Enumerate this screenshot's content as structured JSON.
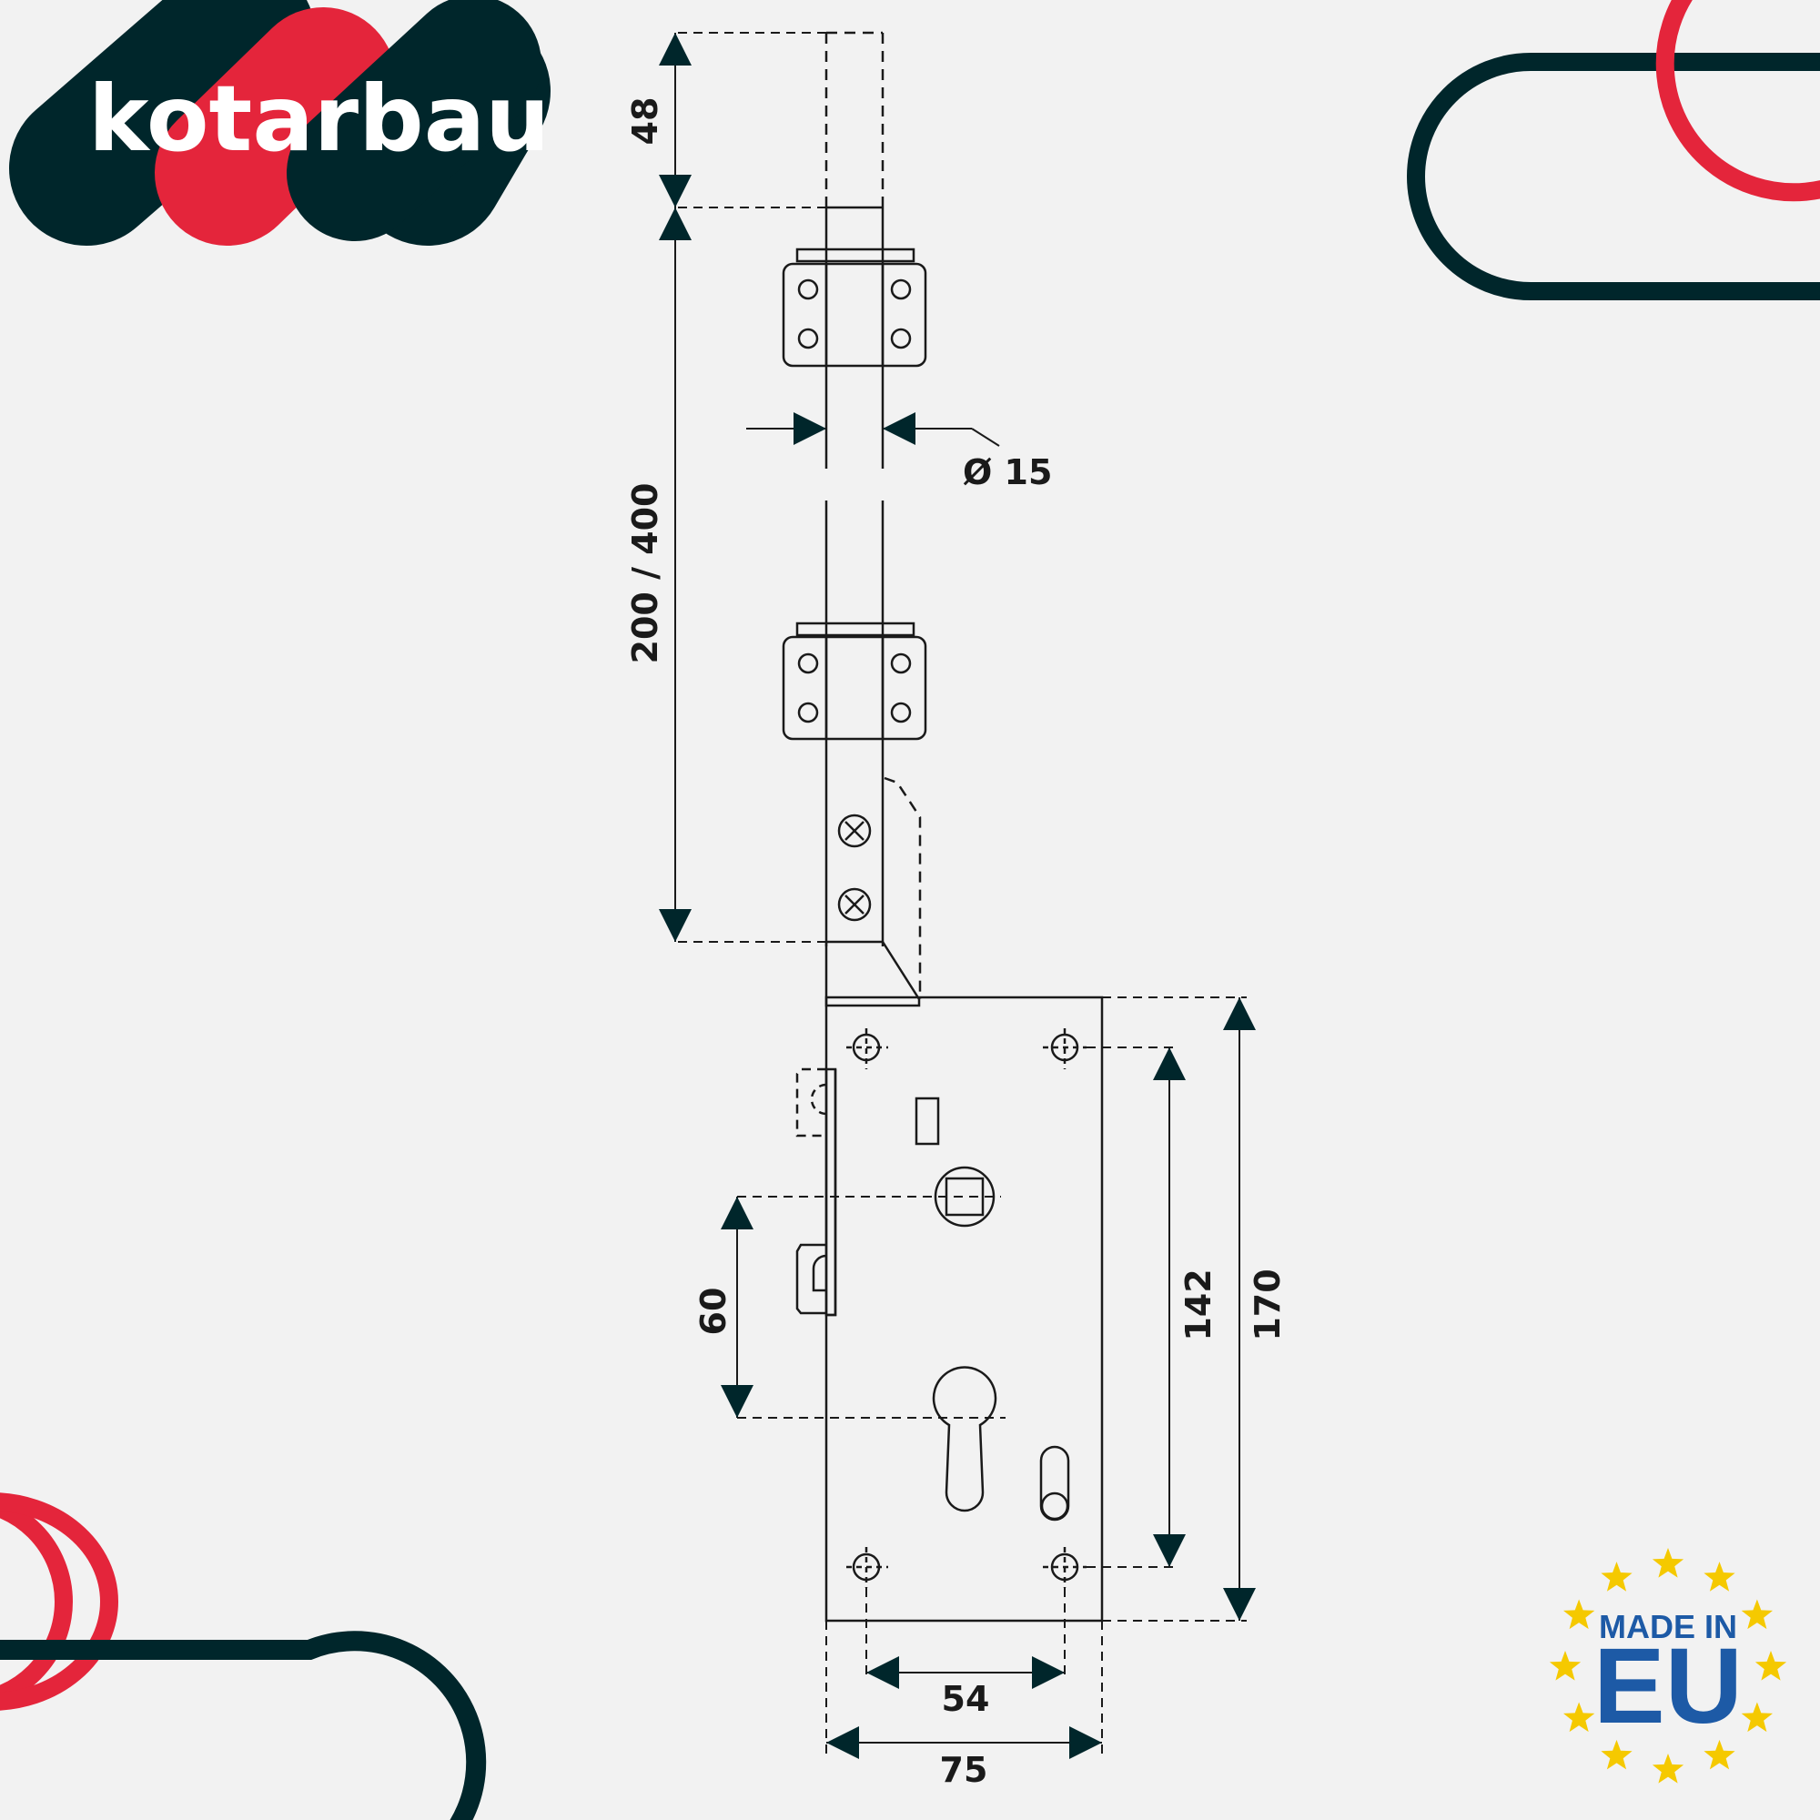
{
  "brand": {
    "name": "kotarbau",
    "colors": {
      "dark": "#00262b",
      "red": "#e4253b",
      "background": "#f2f2f2",
      "line": "#1a1a1a"
    }
  },
  "badge": {
    "line1": "MADE IN",
    "line2": "EU",
    "star_color": "#f5c900",
    "text_color": "#1d5aa6"
  },
  "dimensions": {
    "top_extension": "48",
    "rod_length": "200 / 400",
    "rod_diameter": "Ø 15",
    "backset": "60",
    "fixing_holes_vertical": "142",
    "case_height": "170",
    "fixing_holes_horizontal": "54",
    "case_width": "75"
  }
}
